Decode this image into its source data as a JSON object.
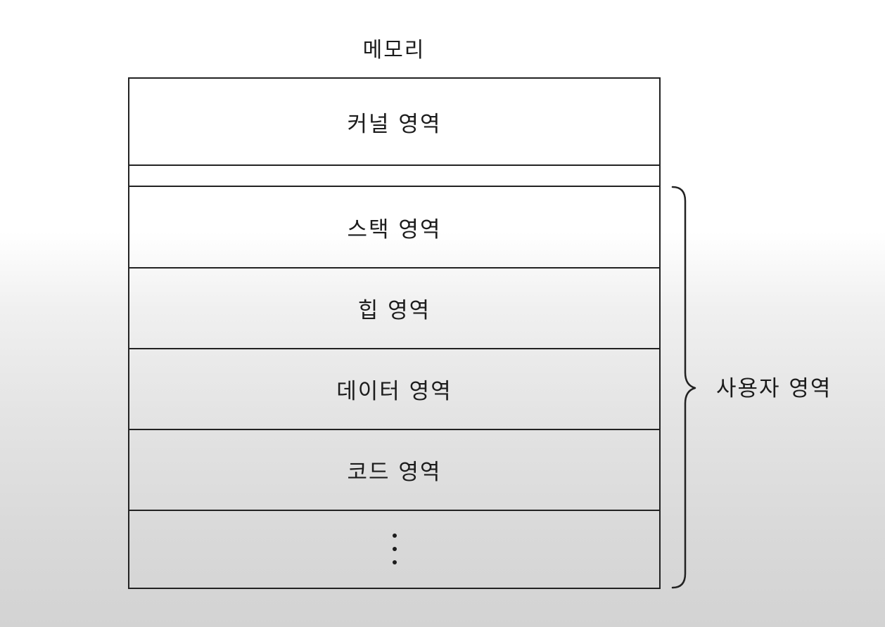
{
  "title": "메모리",
  "segments": {
    "kernel": "커널 영역",
    "stack": "스택 영역",
    "heap": "힙 영역",
    "data": "데이터 영역",
    "code": "코드 영역"
  },
  "brace_label": "사용자 영역",
  "colors": {
    "line": "#222222",
    "text": "#1c1c1c"
  }
}
